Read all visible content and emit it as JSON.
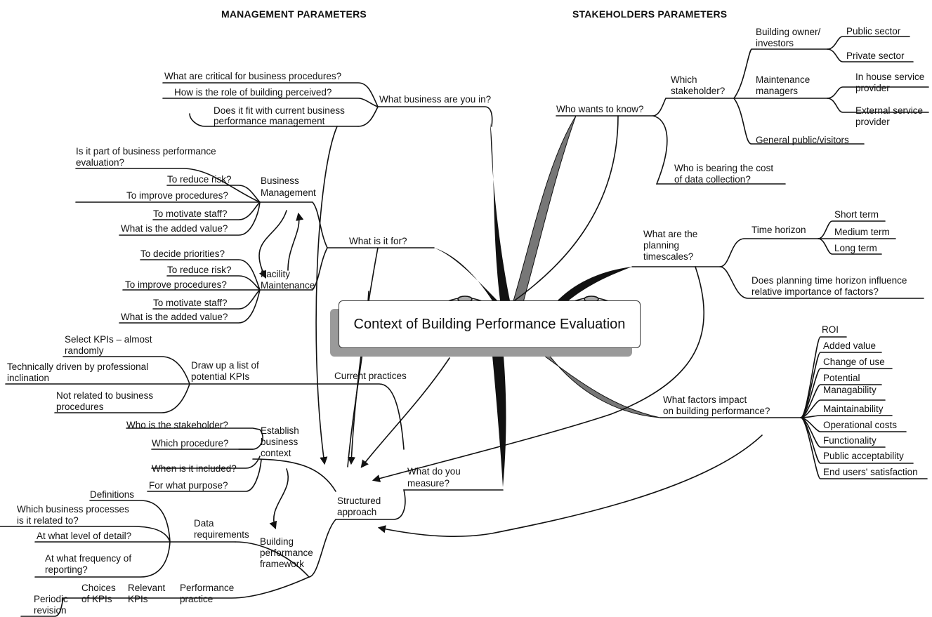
{
  "headers": {
    "left": "MANAGEMENT PARAMETERS",
    "right": "STAKEHOLDERS PARAMETERS"
  },
  "center": {
    "title": "Context of Building Performance Evaluation"
  },
  "nodes": {
    "what_business": "What business are you in?",
    "critical_procedures": "What are critical for business procedures?",
    "role_perceived": "How is the role of building perceived?",
    "fit_current_1": "Does it fit with current business",
    "fit_current_2": "performance management",
    "what_for": "What is it for?",
    "bm_1": "Business",
    "bm_2": "Management",
    "part_of_bpe_1": "Is it part of business performance",
    "part_of_bpe_2": "evaluation?",
    "bm_reduce_risk": "To reduce risk?",
    "bm_improve": "To improve procedures?",
    "bm_motivate": "To motivate staff?",
    "bm_added_value": "What is the added value?",
    "fm_1": "Facility",
    "fm_2": "Maintenance",
    "fm_priorities": "To decide priorities?",
    "fm_reduce_risk": "To reduce risk?",
    "fm_improve": "To improve procedures?",
    "fm_motivate": "To motivate staff?",
    "fm_added_value": "What is the added value?",
    "select_kpis_1": "Select KPIs – almost",
    "select_kpis_2": "randomly",
    "tech_driven_1": "Technically driven by professional",
    "tech_driven_2": "inclination",
    "draw_up_1": "Draw up a list of",
    "draw_up_2": "potential KPIs",
    "current_practices": "Current practices",
    "not_related_1": "Not related to business",
    "not_related_2": "procedures",
    "who_stakeholder": "Who is the stakeholder?",
    "which_procedure": "Which procedure?",
    "when_included": "When is it included?",
    "for_purpose": "For what purpose?",
    "establish_1": "Establish",
    "establish_2": "business",
    "establish_3": "context",
    "what_measure_1": "What do you",
    "what_measure_2": "measure?",
    "structured_1": "Structured",
    "structured_2": "approach",
    "definitions": "Definitions",
    "which_processes_1": "Which business processes",
    "which_processes_2": "is it related to?",
    "data_req_1": "Data",
    "data_req_2": "requirements",
    "level_detail": "At what level of detail?",
    "freq_1": "At what frequency of",
    "freq_2": "reporting?",
    "bpf_1": "Building",
    "bpf_2": "performance",
    "bpf_3": "framework",
    "choices_1": "Choices",
    "choices_2": "of KPIs",
    "relevant_1": "Relevant",
    "relevant_2": "KPIs",
    "perf_practice_1": "Performance",
    "perf_practice_2": "practice",
    "periodic_1": "Periodic",
    "periodic_2": "revision",
    "who_wants": "Who wants to know?",
    "which_stakeholder_1": "Which",
    "which_stakeholder_2": "stakeholder?",
    "owner_1": "Building owner/",
    "owner_2": "investors",
    "public_sector": "Public sector",
    "private_sector": "Private sector",
    "maint_mgr_1": "Maintenance",
    "maint_mgr_2": "managers",
    "in_house_1": "In house service",
    "in_house_2": "provider",
    "external_1": "External service",
    "external_2": "provider",
    "general_public": "General public/visitors",
    "bearing_cost_1": "Who is bearing the cost",
    "bearing_cost_2": "of data collection?",
    "planning_1": "What are the",
    "planning_2": "planning",
    "planning_3": "timescales?",
    "time_horizon": "Time horizon",
    "short_term": "Short term",
    "medium_term": "Medium term",
    "long_term": "Long term",
    "horizon_influence_1": "Does planning time horizon influence",
    "horizon_influence_2": "relative importance of factors?",
    "factors_1": "What factors impact",
    "factors_2": "on building performance?",
    "roi": "ROI",
    "added_value": "Added value",
    "change_use": "Change of use",
    "potential": "Potential",
    "managability": "Managability",
    "maintainability": "Maintainability",
    "operational_costs": "Operational costs",
    "functionality": "Functionality",
    "public_accept": "Public acceptability",
    "end_users": "End users' satisfaction"
  }
}
